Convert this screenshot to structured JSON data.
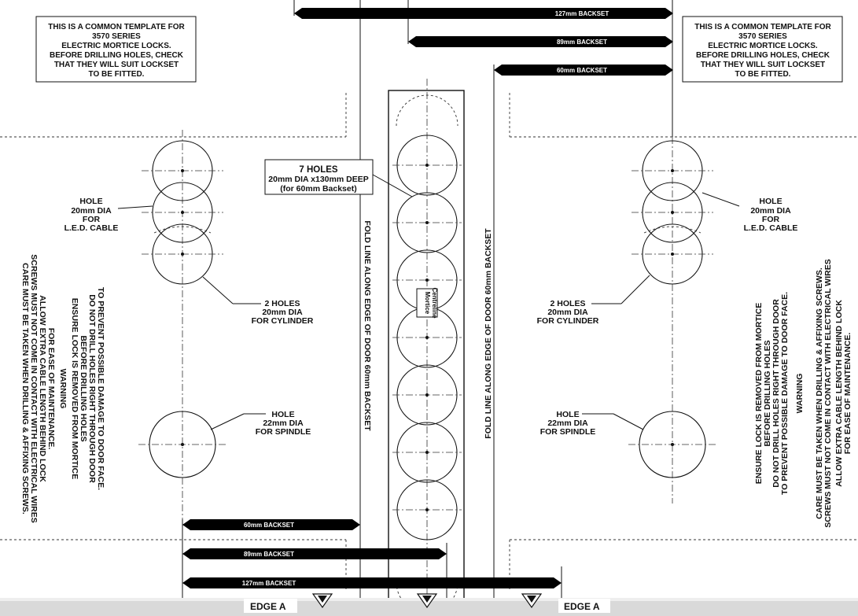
{
  "template_note_lines": [
    "THIS IS A COMMON TEMPLATE FOR",
    "3570 SERIES",
    "ELECTRIC MORTICE LOCKS.",
    "BEFORE DRILLING HOLES, CHECK",
    "THAT THEY WILL SUIT  LOCKSET",
    "TO BE FITTED."
  ],
  "backsets": {
    "b127": "127mm BACKSET",
    "b89": "89mm BACKSET",
    "b60": "60mm BACKSET"
  },
  "seven_holes": {
    "title": "7 HOLES",
    "line1": "20mm DIA x130mm DEEP",
    "line2": "(for 60mm Backset)"
  },
  "mortice_centreline": [
    "Mortice",
    "Centreline"
  ],
  "hole_led": [
    "HOLE",
    "20mm DIA",
    "FOR",
    "L.E.D. CABLE"
  ],
  "hole_cylinder": [
    "2 HOLES",
    "20mm DIA",
    "FOR CYLINDER"
  ],
  "hole_spindle": [
    "HOLE",
    "22mm DIA",
    "FOR SPINDLE"
  ],
  "fold_line_text": "FOLD LINE ALONG EDGE OF DOOR 60mm BACKSET",
  "warning": {
    "title": "WARNING",
    "ensure_lines": [
      "ENSURE LOCK IS REMOVED FROM MORTICE",
      "BEFORE DRILLING HOLES",
      "DO NOT DRILL HOLES RIGHT THROUGH DOOR",
      "TO PREVENT POSSIBLE DAMAGE TO DOOR FACE."
    ],
    "care_lines": [
      "CARE MUST BE TAKEN WHEN DRILLING & AFFIXING SCREWS.",
      "SCREWS MUST NOT COME IN CONTACT WITH ELECTRICAL WIRES",
      "ALLOW EXTRA CABLE LENGTH BEHIND LOCK",
      "FOR EASE OF MAINTENANCE."
    ]
  },
  "edge_label": "EDGE  A"
}
